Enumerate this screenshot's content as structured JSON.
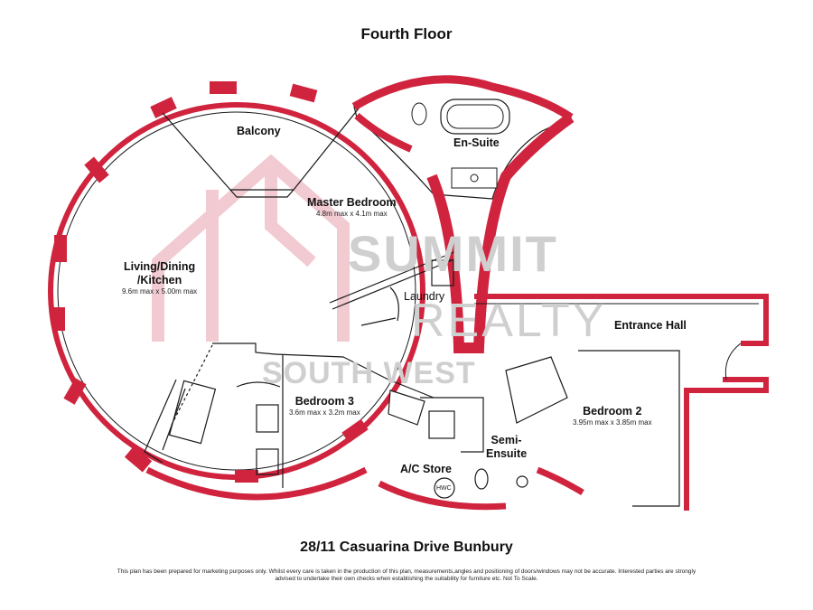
{
  "floor_title": "Fourth Floor",
  "address": "28/11 Casuarina Drive Bunbury",
  "disclaimer": "This plan has been prepared for marketing purposes only. Whilst every care is taken in the production of this plan, measurements,angles and positioning of doors/windows may not be accurate. Interested parties are strongly advised to undertake their own checks when establishing the suitability for furniture etc. Not To Scale.",
  "watermark": {
    "line1": "SUMMIT",
    "line2": "REALTY",
    "line3": "SOUTH WEST"
  },
  "colors": {
    "wall": "#d0243e",
    "line": "#1a1a1a",
    "watermark": "#e8a0ac"
  },
  "rooms": {
    "balcony": {
      "name": "Balcony"
    },
    "ensuite": {
      "name": "En-Suite"
    },
    "master_bedroom": {
      "name": "Master Bedroom",
      "dims": "4.8m max x 4.1m max"
    },
    "living": {
      "name_line1": "Living/Dining",
      "name_line2": "/Kitchen",
      "dims": "9.6m max x 5.00m max"
    },
    "laundry": {
      "name": "Laundry"
    },
    "entrance_hall": {
      "name": "Entrance Hall"
    },
    "bedroom3": {
      "name": "Bedroom 3",
      "dims": "3.6m max x 3.2m max"
    },
    "bedroom2": {
      "name": "Bedroom 2",
      "dims": "3.95m max x 3.85m max"
    },
    "semi_ensuite": {
      "name_line1": "Semi-",
      "name_line2": "Ensuite"
    },
    "ac_store": {
      "name": "A/C Store"
    },
    "hwc": {
      "name": "HWC"
    }
  }
}
